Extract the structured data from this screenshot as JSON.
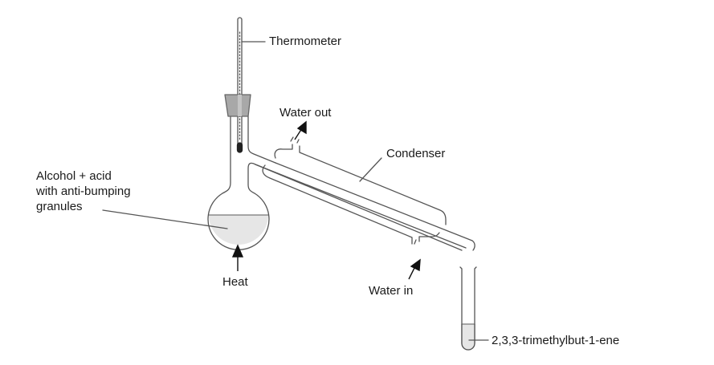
{
  "diagram": {
    "title": "",
    "labels": {
      "thermometer": "Thermometer",
      "water_out": "Water out",
      "condenser": "Condenser",
      "flask_contents_line1": "Alcohol + acid",
      "flask_contents_line2": "with anti-bumping",
      "flask_contents_line3": "granules",
      "heat": "Heat",
      "water_in": "Water in",
      "product": "2,3,3-trimethylbut-1-ene"
    },
    "components": [
      "thermometer",
      "stopper",
      "round-bottom-flask",
      "still-head",
      "condenser",
      "water-jacket",
      "receiving-test-tube"
    ],
    "colors": {
      "line": "#555555",
      "liquid": "#e6e6e6",
      "stopper": "#a8a8a8",
      "text": "#1a1a1a"
    }
  }
}
